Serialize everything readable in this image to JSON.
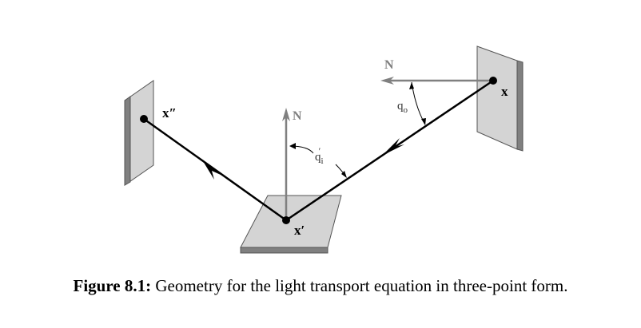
{
  "diagram": {
    "points": {
      "x": "x",
      "x_prime": "x′",
      "x_double_prime": "x″"
    },
    "normals": {
      "surface_normal": "N",
      "light_normal": "N"
    },
    "angles": {
      "outgoing": "q",
      "outgoing_subscript": "o",
      "incoming": "q",
      "incoming_subscript": "i",
      "incoming_prime": "′"
    },
    "colors": {
      "ray": "#000000",
      "normal": "#808080",
      "panel_fill": "#d4d4d4",
      "panel_edge": "#808080"
    }
  },
  "caption": {
    "label": "Figure 8.1:",
    "text": "Geometry for the light transport equation in three-point form."
  }
}
